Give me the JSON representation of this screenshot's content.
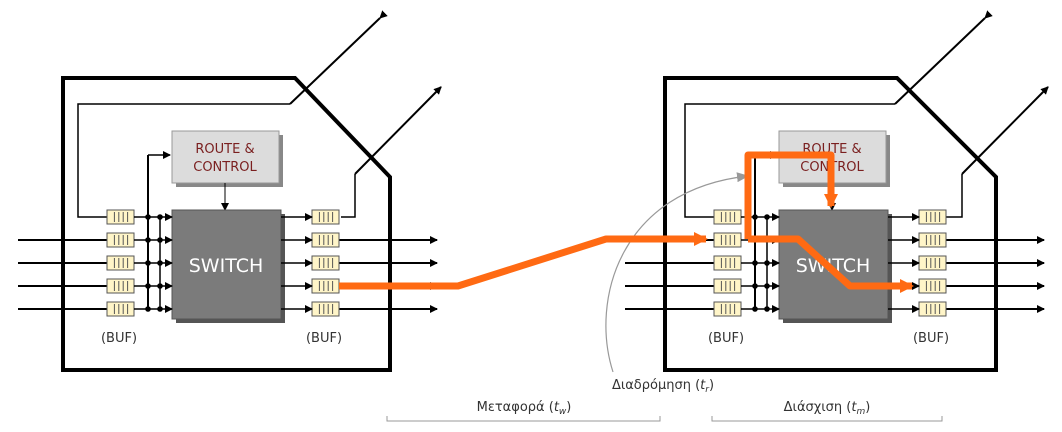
{
  "router_left": {
    "route_control": [
      "ROUTE &",
      "CONTROL"
    ],
    "switch": "SWITCH",
    "buf_in": "(BUF)",
    "buf_out": "(BUF)"
  },
  "router_right": {
    "route_control": [
      "ROUTE &",
      "CONTROL"
    ],
    "switch": "SWITCH",
    "buf_in": "(BUF)",
    "buf_out": "(BUF)"
  },
  "phases": {
    "transfer": {
      "label": "Μεταφορά (",
      "var": "t",
      "sub": "w",
      "close": ")"
    },
    "routing": {
      "label": "Διαδρόμηση (",
      "var": "t",
      "sub": "r",
      "close": ")"
    },
    "switching": {
      "label": "Διάσχιση (",
      "var": "t",
      "sub": "m",
      "close": ")"
    }
  },
  "colors": {
    "path": "#ff6a13",
    "switch_fill": "#7b7b7b",
    "route_fill": "#dcdcdc",
    "buffer_fill": "#fff5c8",
    "bracket": "#999999"
  }
}
